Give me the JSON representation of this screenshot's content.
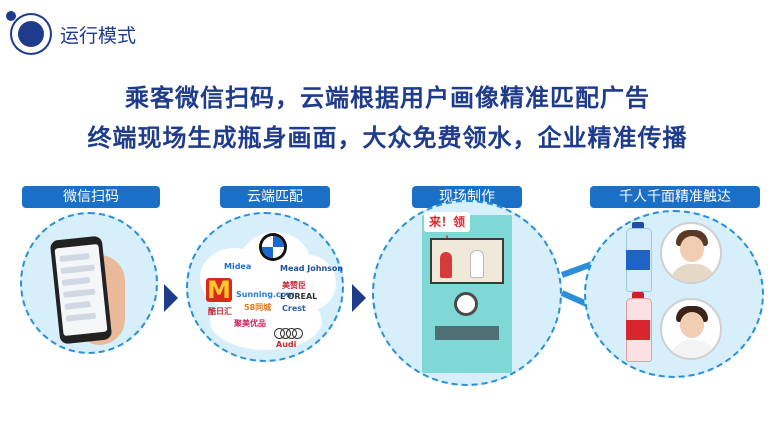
{
  "header": {
    "title": "运行模式"
  },
  "headline": {
    "line1": "乘客微信扫码，云端根据用户画像精准匹配广告",
    "line2": "终端现场生成瓶身画面，大众免费领水，企业精准传播"
  },
  "steps": [
    {
      "label": "微信扫码"
    },
    {
      "label": "云端匹配"
    },
    {
      "label": "现场制作"
    },
    {
      "label": "千人千面精准触达"
    }
  ],
  "cloud_brands": [
    "Midea",
    "Mead Johnson",
    "Sunning.com",
    "美赞臣",
    "L'OREAL",
    "58同城",
    "Crest",
    "聚美优品",
    "Audi",
    "酷日汇"
  ],
  "machine": {
    "sign": "来！领水"
  },
  "colors": {
    "brand_blue": "#1f3b8c",
    "pill_blue": "#1a6fc6",
    "circle_fill": "#d6effa",
    "machine": "#7fd8d5"
  }
}
